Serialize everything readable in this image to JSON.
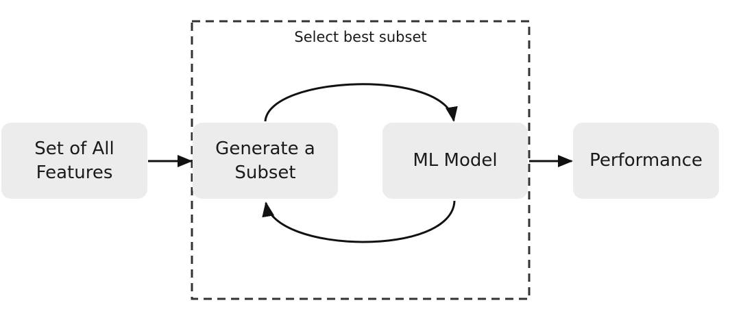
{
  "container": {
    "label": "Select best subset"
  },
  "nodes": {
    "features": {
      "line1": "Set of All",
      "line2": "Features"
    },
    "generate": {
      "line1": "Generate a",
      "line2": "Subset"
    },
    "model": {
      "label": "ML Model"
    },
    "performance": {
      "label": "Performance"
    }
  },
  "colors": {
    "box_fill": "#ececec",
    "stroke": "#111111",
    "text": "#1a1a1a"
  }
}
